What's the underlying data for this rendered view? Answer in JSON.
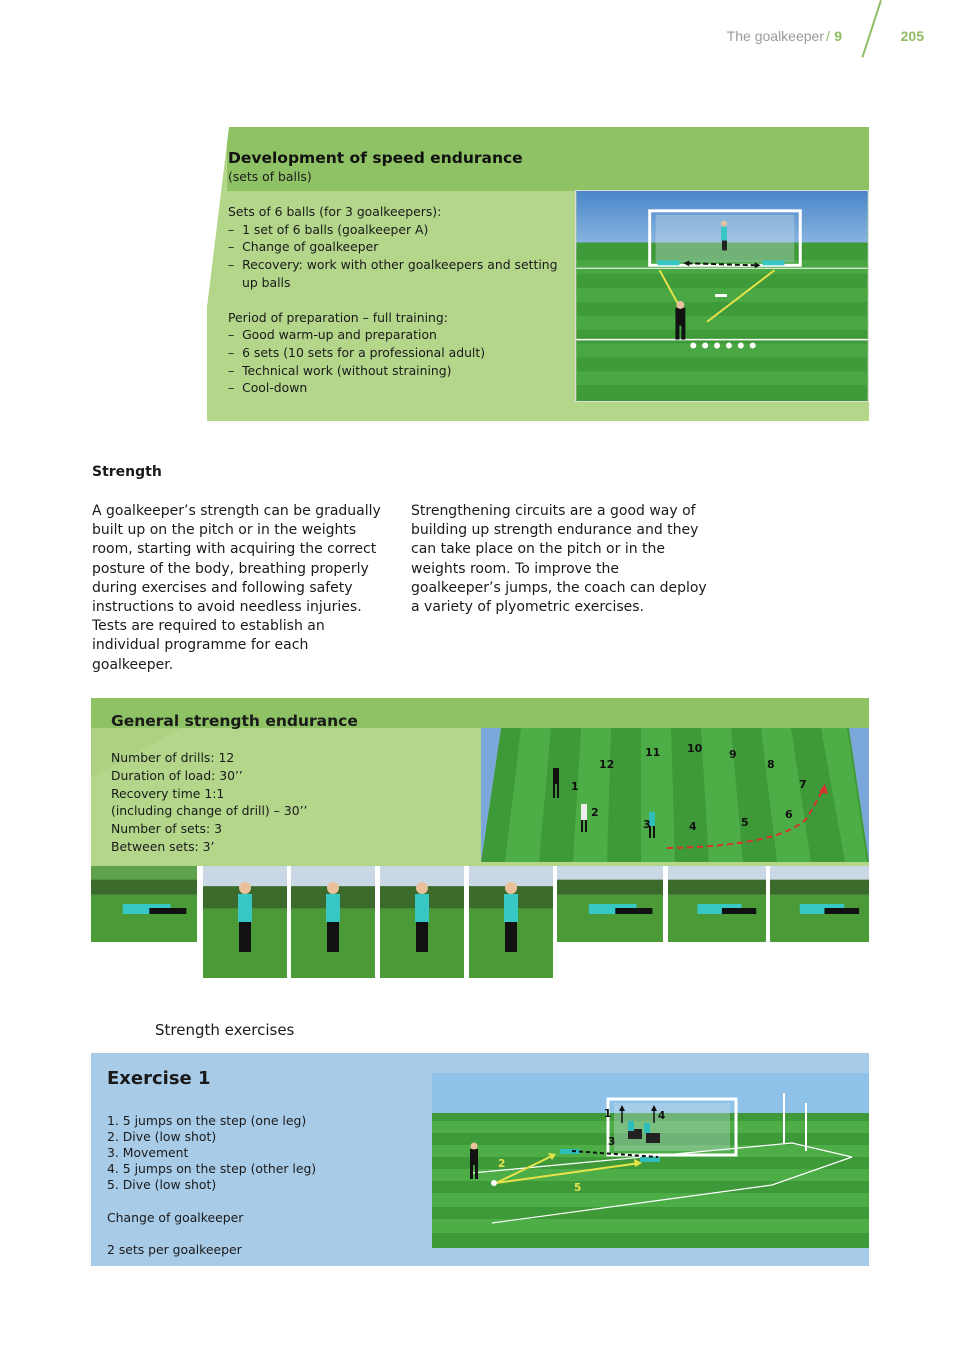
{
  "header": {
    "running_title": "The goalkeeper",
    "separator": "/",
    "chapter": "9",
    "page_number": "205"
  },
  "panel1": {
    "title": "Development of speed endurance",
    "subtitle": "(sets of balls)",
    "sets_heading": "Sets of 6 balls (for 3 goalkeepers):",
    "sets_items": [
      "–  1 set of 6 balls (goalkeeper A)",
      "–  Change of goalkeeper",
      "–  Recovery: work with other goalkeepers and setting up balls"
    ],
    "period_heading": "Period of preparation – full training:",
    "period_items": [
      "–  Good warm-up and preparation",
      "–  6 sets (10 sets for a professional adult)",
      "–  Technical work (without straining)",
      "–  Cool-down"
    ],
    "image_icon": "goal-drill-diagram"
  },
  "strength": {
    "heading": "Strength",
    "col1": "A goalkeeper’s strength can be gradually built up on the pitch or in the weights room, starting with acquiring the correct posture of the body, breathing properly during exercises and following safety instructions to avoid needless injuries. Tests are required to establish an individual programme for each goalkeeper.",
    "col2": "Strengthening circuits are a good way of building up strength endurance and they can take place on the pitch or in the weights room. To improve the goalkeeper’s jumps, the coach can deploy a variety of plyometric exercises."
  },
  "panel2": {
    "title": "General strength endurance",
    "items": [
      "Number of drills: 12",
      "Duration of load: 30’’",
      "Recovery time 1:1",
      "(including change of drill) – 30’’",
      "Number of sets: 3",
      "Between sets: 3’"
    ],
    "circuit_numbers": [
      "1",
      "2",
      "3",
      "4",
      "5",
      "6",
      "7",
      "8",
      "9",
      "10",
      "11",
      "12"
    ]
  },
  "strength_exercises": {
    "heading": "Strength exercises"
  },
  "panel3": {
    "title": "Exercise 1",
    "items": [
      "1. 5 jumps on the step (one leg)",
      "2. Dive (low shot)",
      "3. Movement",
      "4. 5 jumps on the step (other leg)",
      "5. Dive (low shot)"
    ],
    "change": "Change of goalkeeper",
    "sets": "2 sets per goalkeeper",
    "diagram_numbers": [
      "1",
      "2",
      "3",
      "4",
      "5"
    ]
  },
  "colors": {
    "green_dark": "#8ec265",
    "green_light": "#b3d68a",
    "blue_panel": "#a8cbe8",
    "accent_header": "#8fbb62",
    "pitch": "#3f9a3a",
    "arrow_yellow": "#e6e24a",
    "arrow_red": "#d93030"
  }
}
